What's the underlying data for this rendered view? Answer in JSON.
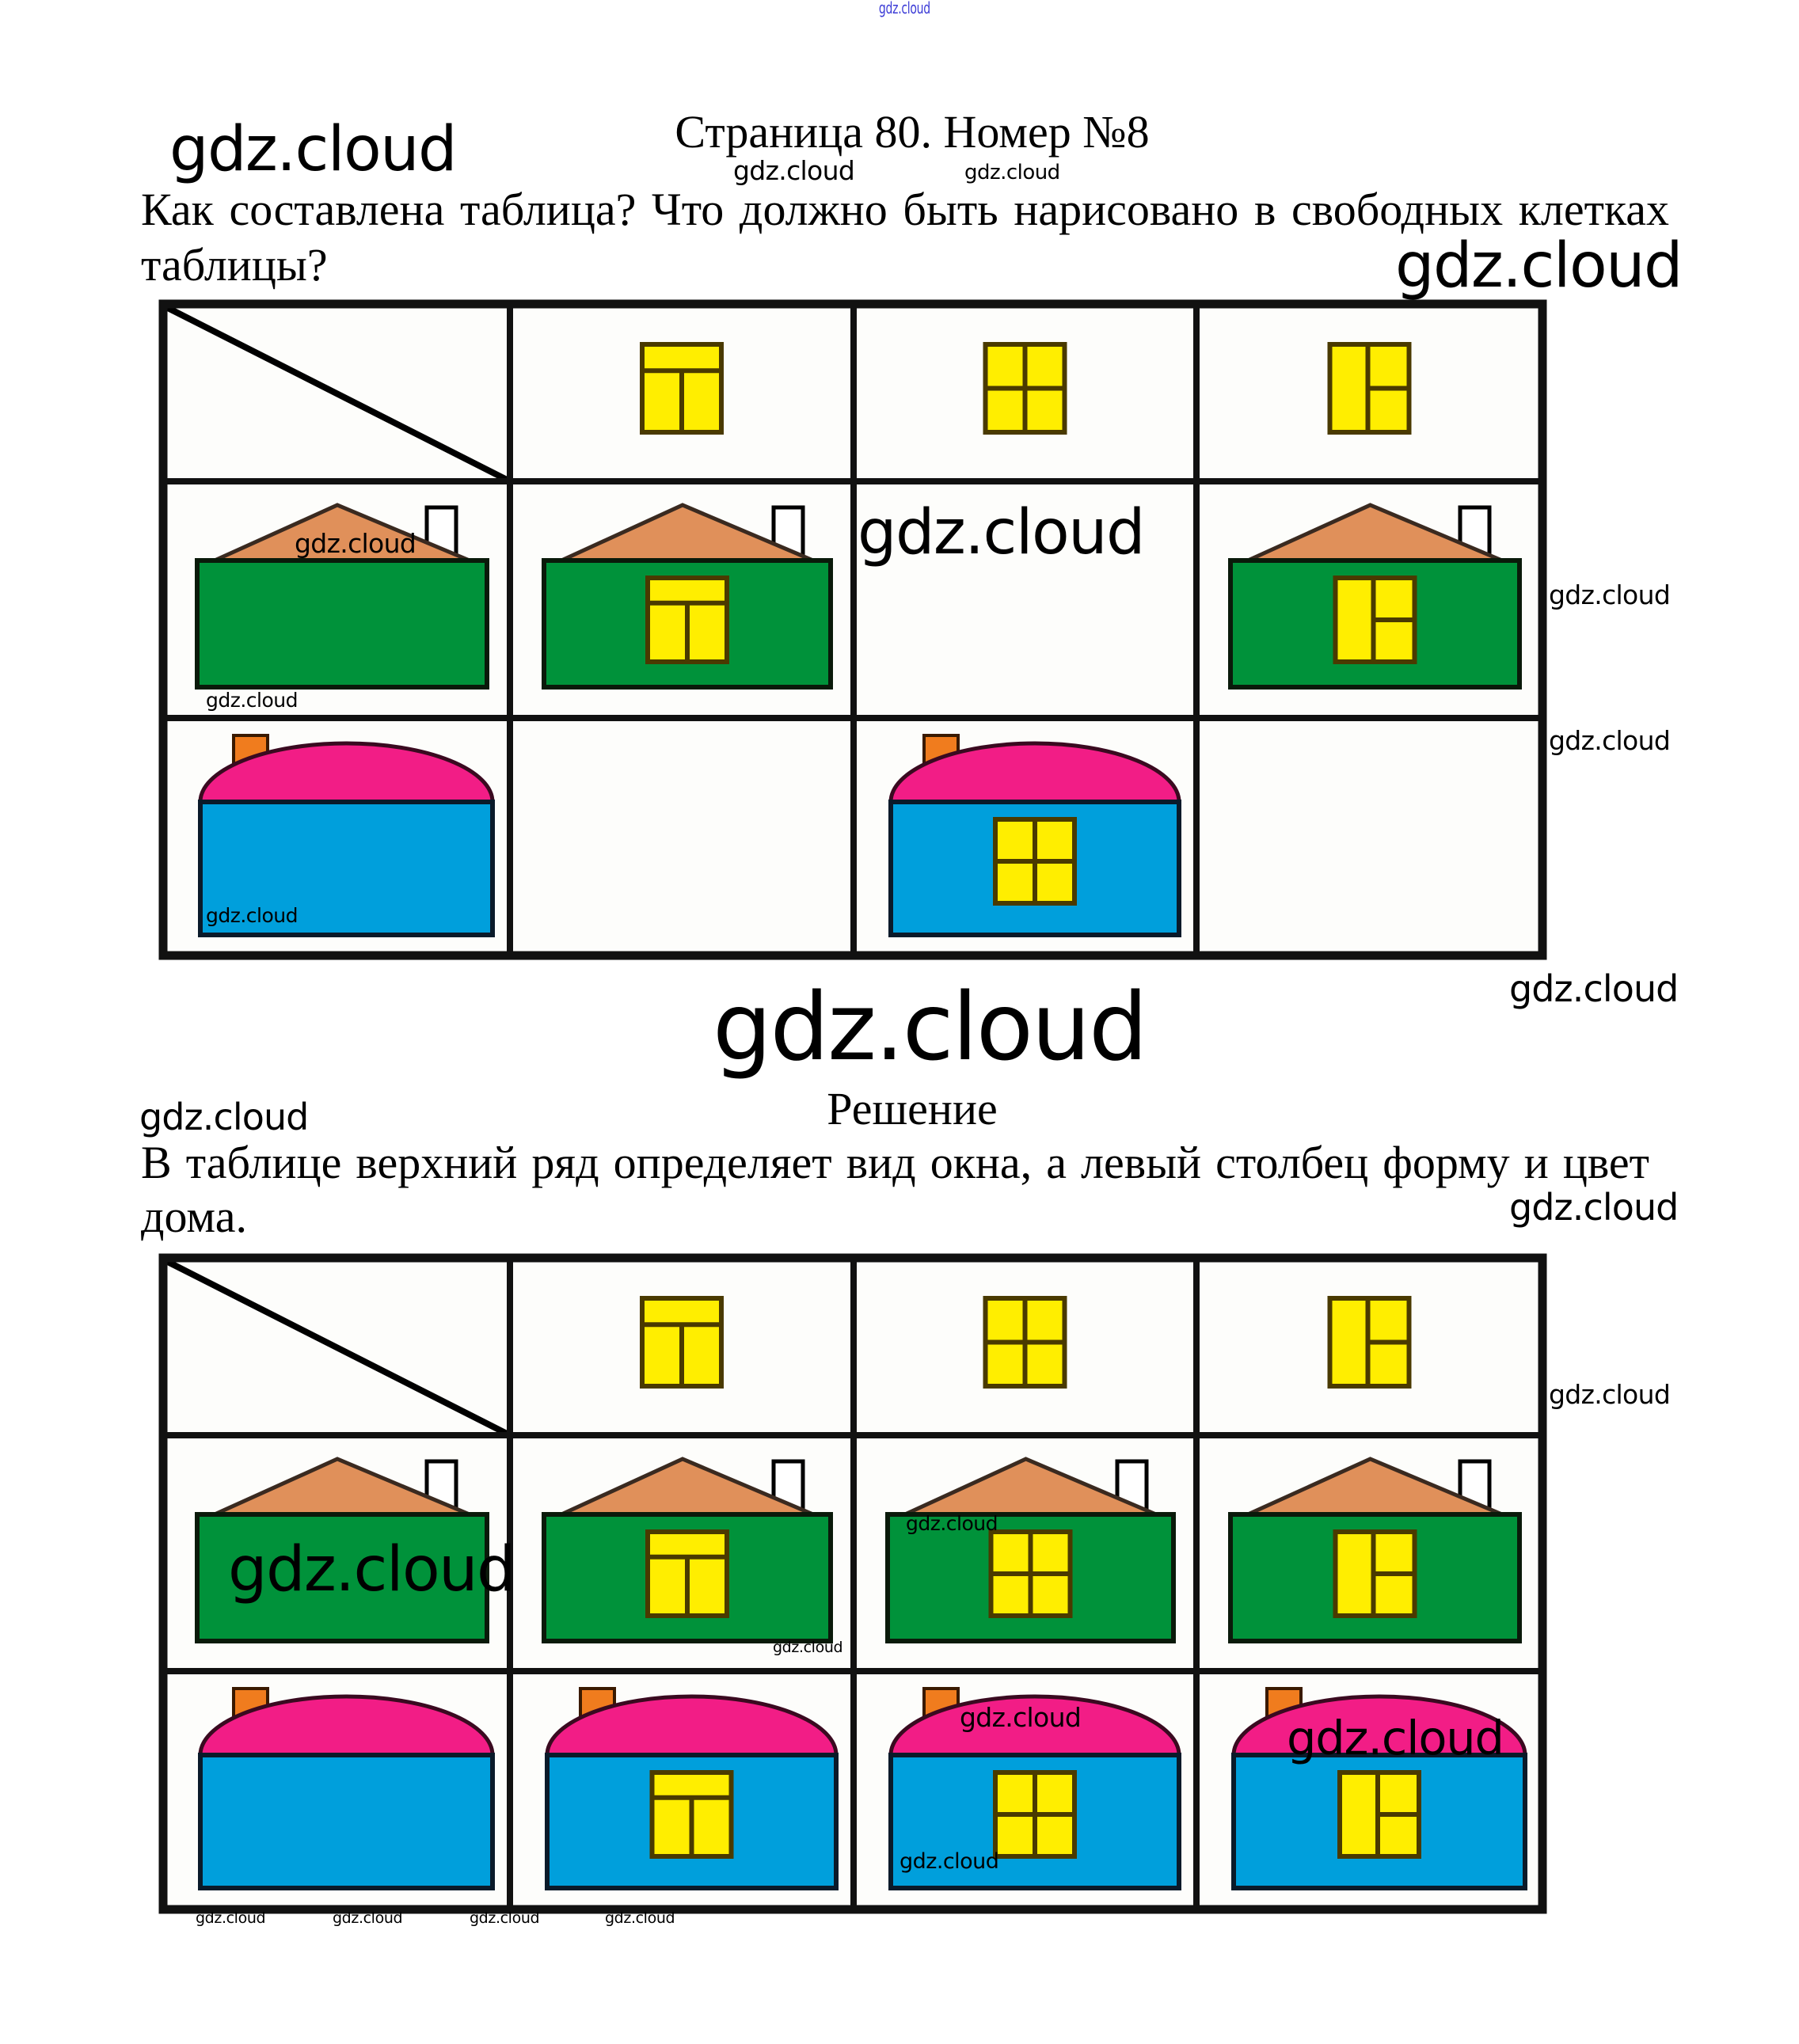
{
  "header_watermark": "gdz.cloud",
  "title": "Страница 80. Номер №8",
  "question": {
    "line1": "Как составлена таблица? Что должно быть нарисовано в свободных клетках",
    "line2": "таблицы?"
  },
  "solution_heading": "Решение",
  "answer": {
    "line1": "В таблице верхний ряд определяет вид окна, а левый столбец форму и цвет",
    "line2": "дома."
  },
  "watermarks": [
    "gdz.cloud",
    "gdz.cloud",
    "gdz.cloud",
    "gdz.cloud",
    "gdz.cloud",
    "gdz.cloud",
    "gdz.cloud",
    "gdz.cloud",
    "gdz.cloud",
    "gdz.cloud",
    "gdz.cloud",
    "gdz.cloud",
    "gdz.cloud",
    "gdz.cloud",
    "gdz.cloud",
    "gdz.cloud",
    "gdz.cloud",
    "gdz.cloud",
    "gdz.cloud",
    "gdz.cloud",
    "gdz.cloud",
    "gdz.cloud",
    "gdz.cloud",
    "gdz.cloud",
    "gdz.cloud"
  ],
  "colors": {
    "window": "#ffee00",
    "window_frame": "#4a3a00",
    "roof_triangle": "#e0905a",
    "body_triangle": "#00923a",
    "roof_dome": "#f21d86",
    "body_dome": "#009fdc",
    "chimney_triangle": "#ffffff",
    "chimney_dome": "#f07c1e",
    "link_watermark": "#3b3bd6"
  },
  "tables": [
    {
      "name": "task-table",
      "header_windows": [
        "window-type-a",
        "window-type-b",
        "window-type-c"
      ],
      "rows": [
        {
          "house": "triangle-roof-green",
          "cells": [
            null,
            "window-type-a",
            "empty",
            "window-type-c"
          ]
        },
        {
          "house": "dome-roof-blue",
          "cells": [
            null,
            "empty",
            "window-type-b",
            "empty"
          ]
        }
      ]
    },
    {
      "name": "solution-table",
      "header_windows": [
        "window-type-a",
        "window-type-b",
        "window-type-c"
      ],
      "rows": [
        {
          "house": "triangle-roof-green",
          "cells": [
            null,
            "window-type-a",
            "window-type-b",
            "window-type-c"
          ]
        },
        {
          "house": "dome-roof-blue",
          "cells": [
            null,
            "window-type-a",
            "window-type-b",
            "window-type-c"
          ]
        }
      ]
    }
  ]
}
